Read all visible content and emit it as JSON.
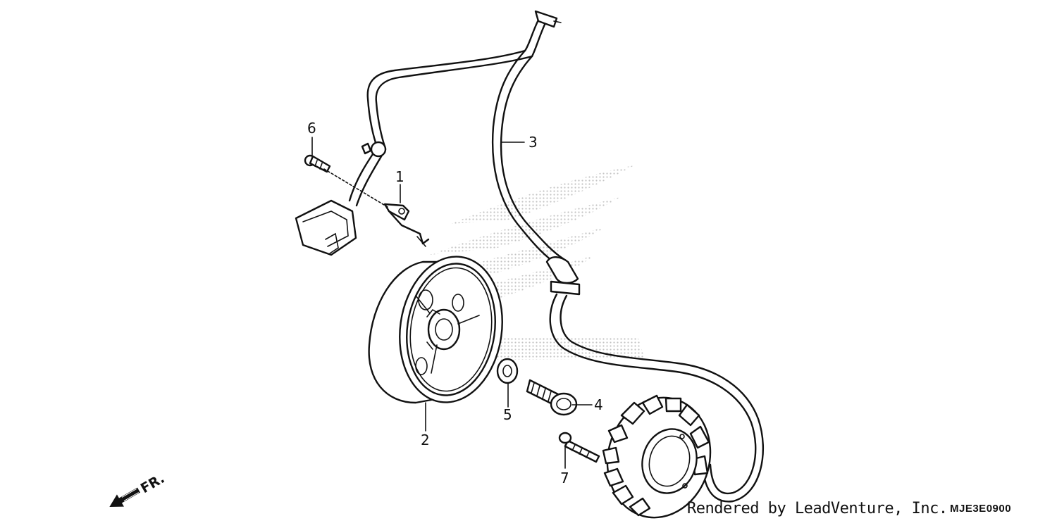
{
  "callouts": [
    {
      "id": "1",
      "label": "1"
    },
    {
      "id": "2",
      "label": "2"
    },
    {
      "id": "3",
      "label": "3"
    },
    {
      "id": "4",
      "label": "4"
    },
    {
      "id": "5",
      "label": "5"
    },
    {
      "id": "6",
      "label": "6"
    },
    {
      "id": "7",
      "label": "7"
    }
  ],
  "direction_label": "FR.",
  "credit": "Rendered by LeadVenture, Inc.",
  "diagram_code": "MJE3E0900",
  "colors": {
    "ink": "#111111",
    "watermark": "#c8c8c8",
    "background": "#ffffff"
  },
  "icons": [
    "front-direction-arrow-icon",
    "honda-wing-watermark-icon"
  ]
}
